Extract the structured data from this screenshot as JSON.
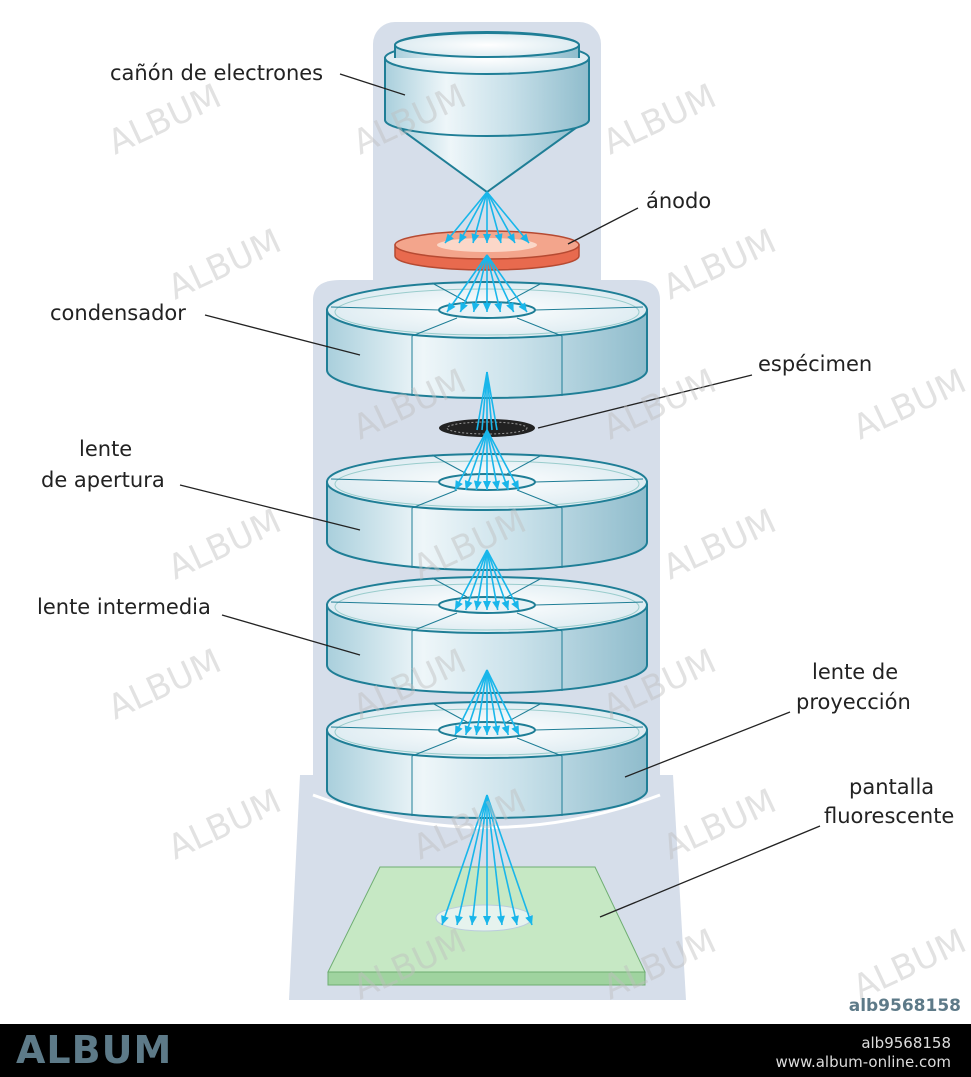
{
  "labels": {
    "gun": "cañón de electrones",
    "anode": "ánodo",
    "condenser": "condensador",
    "specimen": "espécimen",
    "aperture_1": "lente",
    "aperture_2": "de apertura",
    "intermediate": "lente intermedia",
    "projection_1": "lente de",
    "projection_2": "proyección",
    "screen_1": "pantalla",
    "screen_2": "fluorescente"
  },
  "watermark": "ALBUM",
  "image_tag": "alb9568158",
  "footer": {
    "logo": "ALBUM",
    "id": "alb9568158",
    "url": "www.album-online.com"
  },
  "colors": {
    "column": "#d6deea",
    "lens": "#cfe4ec",
    "lens_edge": "#1f7e96",
    "beam": "#19b6ea",
    "anode": "#ef7a5f",
    "screen": "#c6e8c4"
  }
}
